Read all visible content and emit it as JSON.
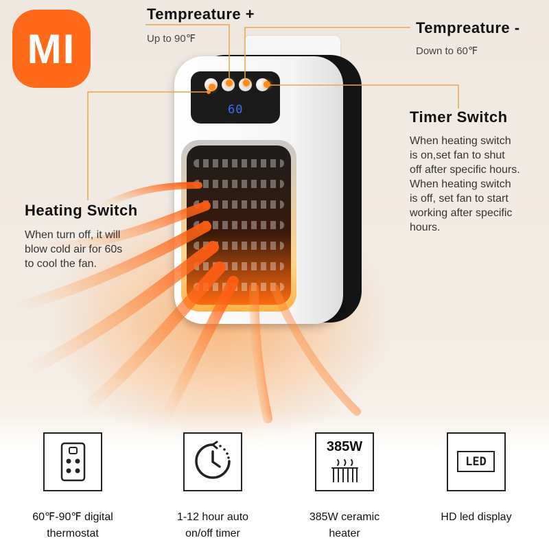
{
  "brand": {
    "logo_text": "MI",
    "color": "#ff6a1a"
  },
  "device": {
    "display_value": "60"
  },
  "callouts": {
    "temp_up": {
      "title": "Tempreature +",
      "desc": "Up to 90℉"
    },
    "temp_down": {
      "title": "Tempreature -",
      "desc": "Down to 60℉"
    },
    "timer": {
      "title": "Timer Switch",
      "lines": [
        "When heating switch",
        "is on,set fan to shut",
        "off after specific hours.",
        "When heating switch",
        "is off, set fan to start",
        "working after specific",
        "hours."
      ]
    },
    "heating": {
      "title": "Heating Switch",
      "lines": [
        "When turn off, it will",
        "blow cold air for 60s",
        "to cool the fan."
      ]
    }
  },
  "features": [
    {
      "icon": "thermostat-remote-icon",
      "line1": "60℉-90℉ digital",
      "line2": "thermostat"
    },
    {
      "icon": "timer-clock-icon",
      "line1": "1-12 hour auto",
      "line2": "on/off timer"
    },
    {
      "icon": "ceramic-heater-icon",
      "watt": "385W",
      "line1": "385W ceramic",
      "line2": "heater"
    },
    {
      "icon": "led-display-icon",
      "badge": "LED",
      "line1": "HD led display",
      "line2": ""
    }
  ],
  "colors": {
    "accent": "#ff8a1a",
    "callout_line": "#e8a64a",
    "text": "#111111"
  }
}
